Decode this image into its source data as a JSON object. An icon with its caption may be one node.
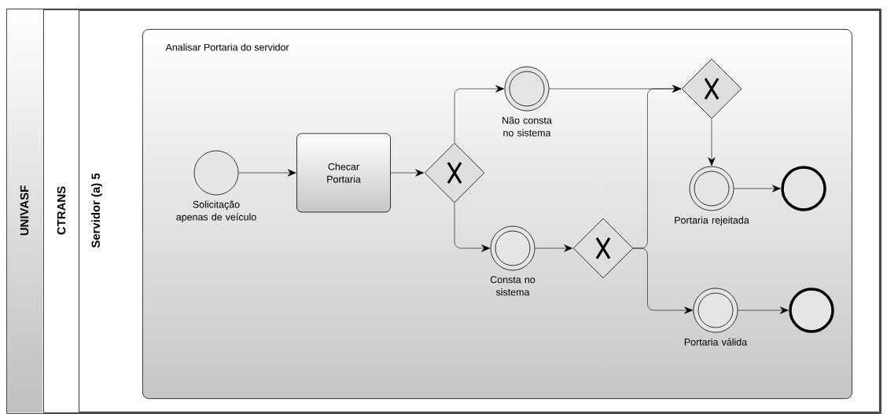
{
  "diagram": {
    "nodes": [
      {
        "text": [
          "UNIVASF"
        ]
      },
      {
        "text": [
          "CTRANS"
        ],
        "in": 0
      },
      {
        "text": [
          "Servidor (a) 5"
        ],
        "in": 1
      },
      {
        "text": [
          "Analisar Portaria do servidor"
        ],
        "in": 2
      },
      {
        "text": [],
        "shape": "circle",
        "beside": [
          "Solicitação apenas de veículo"
        ],
        "in": 3
      },
      {
        "text": [
          "Checar Portaria"
        ],
        "in": 3
      },
      {
        "text": [],
        "shape": "diamond",
        "in": 3
      },
      {
        "text": [],
        "shape": "circle",
        "beside": [
          "Não consta no sistema"
        ],
        "in": 3
      },
      {
        "text": [],
        "shape": "circle",
        "beside": [
          "Consta no sistema"
        ],
        "in": 3
      },
      {
        "text": [],
        "shape": "diamond",
        "in": 3
      },
      {
        "text": [],
        "shape": "diamond",
        "in": 3
      },
      {
        "text": [],
        "shape": "circle",
        "beside": [
          "Portaria rejeitada"
        ],
        "in": 3
      },
      {
        "text": [],
        "shape": "circle",
        "in": 3
      },
      {
        "text": [],
        "shape": "circle",
        "beside": [
          "Portaria válida"
        ],
        "in": 3
      },
      {
        "text": [],
        "shape": "circle",
        "in": 3
      }
    ],
    "edges": [
      {
        "from": 4,
        "to": 5,
        "arrow": "to"
      },
      {
        "from": 5,
        "to": 6,
        "arrow": "to"
      },
      {
        "from": 6,
        "to": 7,
        "arrow": "to"
      },
      {
        "from": 6,
        "to": 8,
        "arrow": "to"
      },
      {
        "from": 8,
        "to": 9,
        "arrow": "to"
      },
      {
        "from": 7,
        "to": 10,
        "arrow": "to"
      },
      {
        "from": 9,
        "to": 10,
        "arrow": "to"
      },
      {
        "from": 10,
        "to": 11,
        "arrow": "to"
      },
      {
        "from": 11,
        "to": 12,
        "arrow": "to"
      },
      {
        "from": 9,
        "to": 13,
        "arrow": "to"
      },
      {
        "from": 13,
        "to": 14,
        "arrow": "to"
      }
    ]
  }
}
